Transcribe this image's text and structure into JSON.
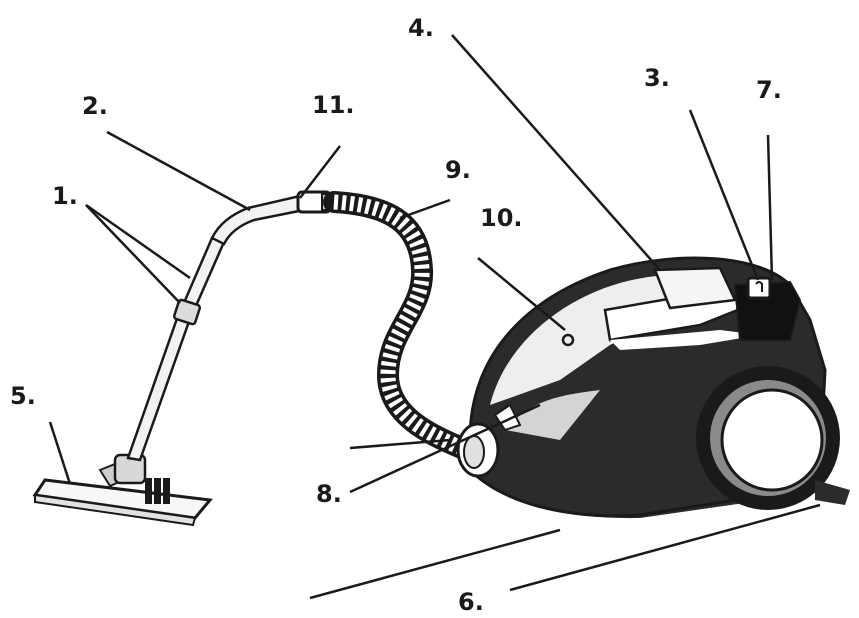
{
  "diagram": {
    "subject": "canister vacuum cleaner",
    "callouts": [
      {
        "id": "c1",
        "label": "1."
      },
      {
        "id": "c2",
        "label": "2."
      },
      {
        "id": "c3",
        "label": "3."
      },
      {
        "id": "c4",
        "label": "4."
      },
      {
        "id": "c5",
        "label": "5."
      },
      {
        "id": "c6",
        "label": "6."
      },
      {
        "id": "c7",
        "label": "7."
      },
      {
        "id": "c8",
        "label": "8."
      },
      {
        "id": "c9",
        "label": "9."
      },
      {
        "id": "c10",
        "label": "10."
      },
      {
        "id": "c11",
        "label": "11."
      }
    ]
  },
  "colors": {
    "ink": "#1a1a1a",
    "body_dark": "#2b2b2b",
    "body_light": "#ffffff"
  }
}
